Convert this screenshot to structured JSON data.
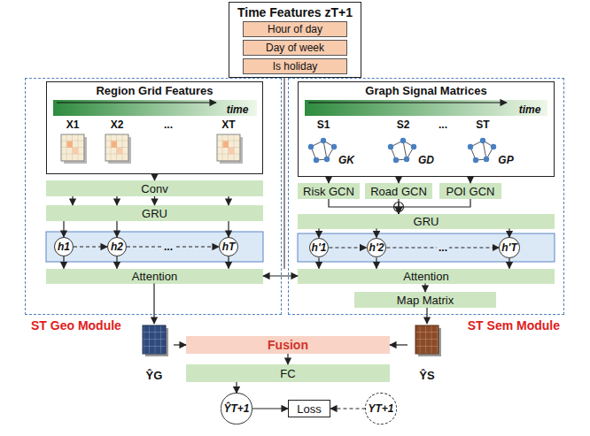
{
  "diagram": {
    "nodes": [
      {
        "text": [
          "Time Features zT+1"
        ]
      },
      {
        "text": [
          "Hour of day"
        ],
        "in": 0
      },
      {
        "text": [
          "Day of week"
        ],
        "in": 0
      },
      {
        "text": [
          "Is holiday"
        ],
        "in": 0
      },
      {
        "text": [
          "ST Geo Module"
        ]
      },
      {
        "text": [
          "Region Grid Features"
        ],
        "in": 4
      },
      {
        "text": [
          "Conv"
        ],
        "in": 4
      },
      {
        "text": [
          "GRU"
        ],
        "in": 4
      },
      {
        "text": [
          "h1"
        ],
        "in": 4
      },
      {
        "text": [
          "h2"
        ],
        "in": 4
      },
      {
        "text": [
          "hT"
        ],
        "in": 4
      },
      {
        "text": [
          "Attention"
        ],
        "in": 4
      },
      {
        "text": [
          "ST Sem Module"
        ]
      },
      {
        "text": [
          "Graph Signal Matrices"
        ],
        "in": 12
      },
      {
        "text": [
          "Risk GCN"
        ],
        "in": 12
      },
      {
        "text": [
          "Road GCN"
        ],
        "in": 12
      },
      {
        "text": [
          "POI GCN"
        ],
        "in": 12
      },
      {
        "text": [
          "GRU"
        ],
        "in": 12
      },
      {
        "text": [
          "h'1"
        ],
        "in": 12
      },
      {
        "text": [
          "h'2"
        ],
        "in": 12
      },
      {
        "text": [
          "h'T"
        ],
        "in": 12
      },
      {
        "text": [
          "Attention"
        ],
        "in": 12
      },
      {
        "text": [
          "Map Matrix"
        ],
        "in": 12
      },
      {
        "text": [
          "Fusion"
        ]
      },
      {
        "text": [
          "FC"
        ]
      },
      {
        "text": [
          "ŶG"
        ]
      },
      {
        "text": [
          "ŶS"
        ]
      },
      {
        "text": [
          "ŶT+1"
        ]
      },
      {
        "text": [
          "Loss"
        ]
      },
      {
        "text": [
          "YT+1"
        ]
      }
    ],
    "edges": [
      {
        "from": 5,
        "to": 6,
        "arrow": "to"
      },
      {
        "from": 6,
        "to": 7,
        "arrow": "to"
      },
      {
        "from": 7,
        "to": 8,
        "arrow": "to"
      },
      {
        "from": 7,
        "to": 9,
        "arrow": "to"
      },
      {
        "from": 7,
        "to": 10,
        "arrow": "to"
      },
      {
        "from": 8,
        "to": 9,
        "arrow": "to"
      },
      {
        "from": 9,
        "to": 10,
        "arrow": "to"
      },
      {
        "from": 8,
        "to": 11,
        "arrow": "to"
      },
      {
        "from": 9,
        "to": 11,
        "arrow": "to"
      },
      {
        "from": 10,
        "to": 11,
        "arrow": "to"
      },
      {
        "from": 11,
        "to": 21,
        "arrow": "both"
      },
      {
        "from": 13,
        "to": 14,
        "arrow": "to"
      },
      {
        "from": 13,
        "to": 15,
        "arrow": "to"
      },
      {
        "from": 13,
        "to": 16,
        "arrow": "to"
      },
      {
        "from": 14,
        "to": 17,
        "arrow": "to"
      },
      {
        "from": 15,
        "to": 17,
        "arrow": "to"
      },
      {
        "from": 16,
        "to": 17,
        "arrow": "to"
      },
      {
        "from": 17,
        "to": 18,
        "arrow": "to"
      },
      {
        "from": 17,
        "to": 19,
        "arrow": "to"
      },
      {
        "from": 17,
        "to": 20,
        "arrow": "to"
      },
      {
        "from": 18,
        "to": 19,
        "arrow": "to"
      },
      {
        "from": 19,
        "to": 20,
        "arrow": "to"
      },
      {
        "from": 18,
        "to": 21,
        "arrow": "to"
      },
      {
        "from": 19,
        "to": 21,
        "arrow": "to"
      },
      {
        "from": 20,
        "to": 21,
        "arrow": "to"
      },
      {
        "from": 21,
        "to": 22,
        "arrow": "to"
      },
      {
        "from": 11,
        "to": 25,
        "arrow": "to"
      },
      {
        "from": 22,
        "to": 26,
        "arrow": "to"
      },
      {
        "from": 25,
        "to": 23,
        "arrow": "to"
      },
      {
        "from": 26,
        "to": 23,
        "arrow": "to"
      },
      {
        "from": 23,
        "to": 24,
        "arrow": "to"
      },
      {
        "from": 24,
        "to": 27,
        "arrow": "to"
      },
      {
        "from": 27,
        "to": 28,
        "arrow": "to"
      },
      {
        "from": 29,
        "to": 28,
        "arrow": "to"
      }
    ],
    "labels": [
      "X1",
      "X2",
      "...",
      "XT",
      "time",
      "S1",
      "S2",
      "...",
      "ST",
      "time",
      "GK",
      "GD",
      "GP",
      "...",
      "..."
    ]
  }
}
